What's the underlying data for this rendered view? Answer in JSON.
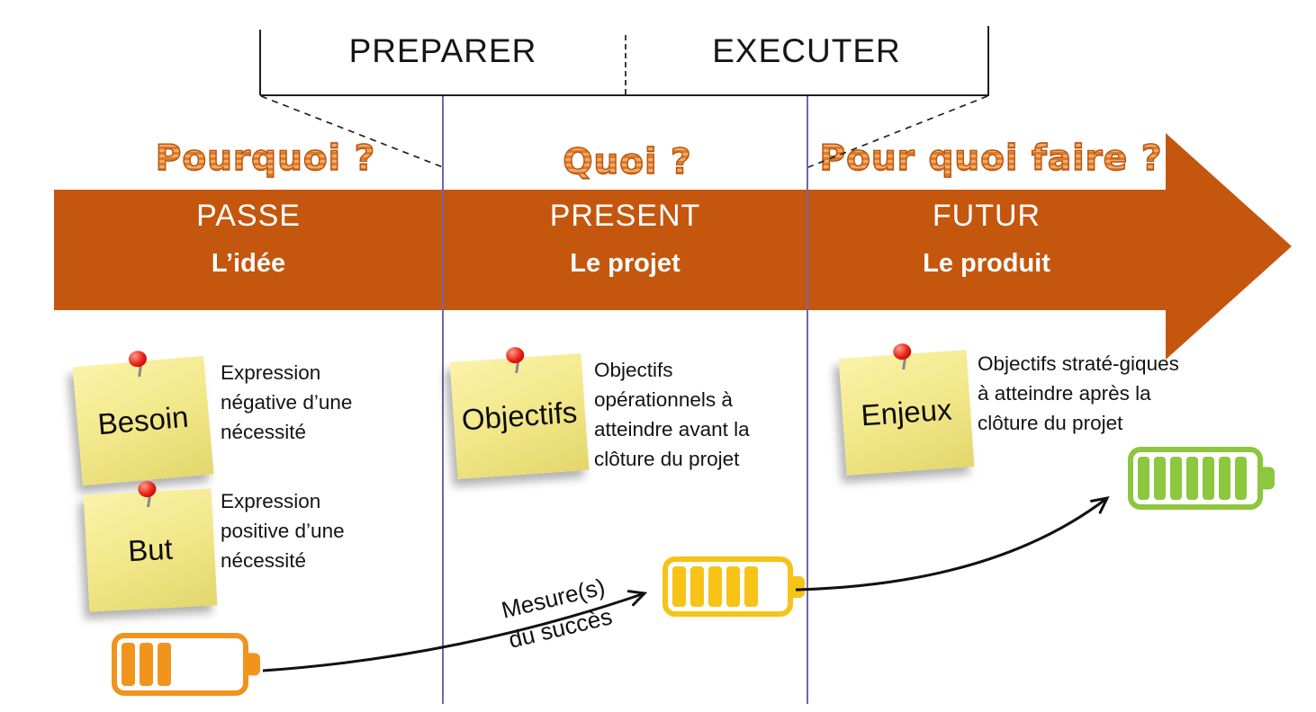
{
  "bracket": {
    "left": "PREPARER",
    "right": "EXECUTER"
  },
  "questions": {
    "left": "Pourquoi ?",
    "middle": "Quoi ?",
    "right": "Pour quoi faire ?"
  },
  "phases": [
    {
      "title": "PASSE",
      "subtitle": "L’idée"
    },
    {
      "title": "PRESENT",
      "subtitle": "Le projet"
    },
    {
      "title": "FUTUR",
      "subtitle": "Le produit"
    }
  ],
  "notes": [
    {
      "label": "Besoin",
      "description": "Expression négative d’une nécessité"
    },
    {
      "label": "But",
      "description": "Expression positive d’une nécessité"
    },
    {
      "label": "Objectifs",
      "description": "Objectifs opérationnels à atteindre avant la clôture du projet"
    },
    {
      "label": "Enjeux",
      "description": "Objectifs straté-giques à atteindre après la clôture du projet"
    }
  ],
  "arrow_label": {
    "line1": "Mesure(s)",
    "line2": "du succès"
  },
  "batteries": [
    {
      "name": "battery-low",
      "color": "#F0941E",
      "bars_filled": 3
    },
    {
      "name": "battery-medium",
      "color": "#F6C316",
      "bars_filled": 5
    },
    {
      "name": "battery-full",
      "color": "#8DC63F",
      "bars_filled": 7
    }
  ],
  "colors": {
    "banner_orange": "#C4560E",
    "question_orange": "#E8823B",
    "divider_purple": "#7566A5"
  }
}
